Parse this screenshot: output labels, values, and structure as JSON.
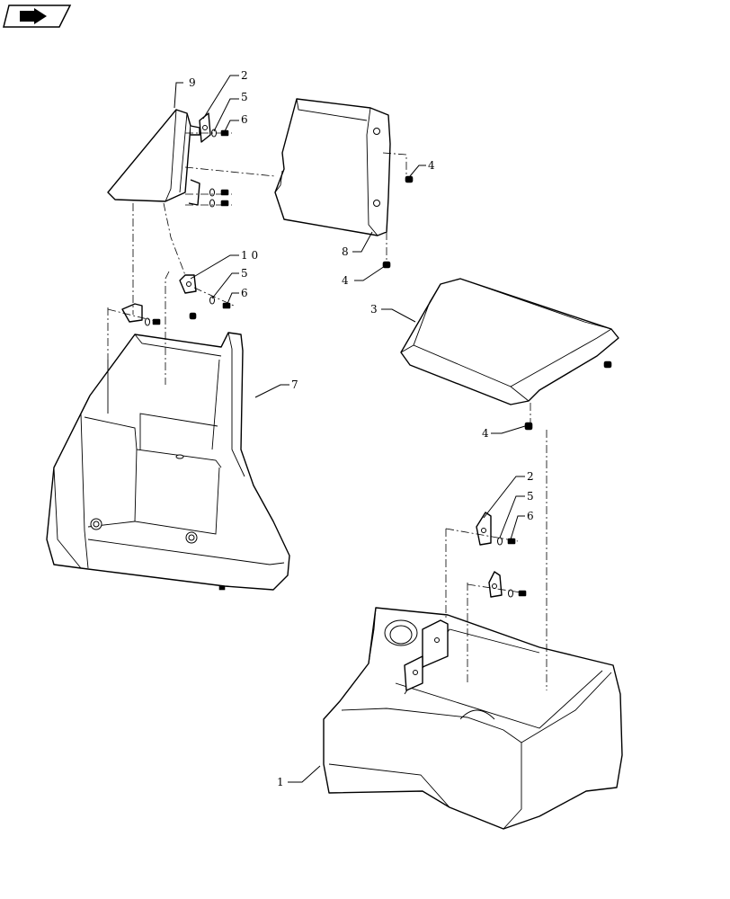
{
  "nav_icon": {
    "name": "book-arrow-icon"
  },
  "callouts": {
    "c1": "1",
    "c2a": "2",
    "c2b": "2",
    "c3": "3",
    "c4a": "4",
    "c4b": "4",
    "c4c": "4",
    "c5a": "5",
    "c5b": "5",
    "c5c": "5",
    "c6a": "6",
    "c6b": "6",
    "c6c": "6",
    "c7": "7",
    "c8": "8",
    "c9": "9",
    "c10": "1 0"
  }
}
